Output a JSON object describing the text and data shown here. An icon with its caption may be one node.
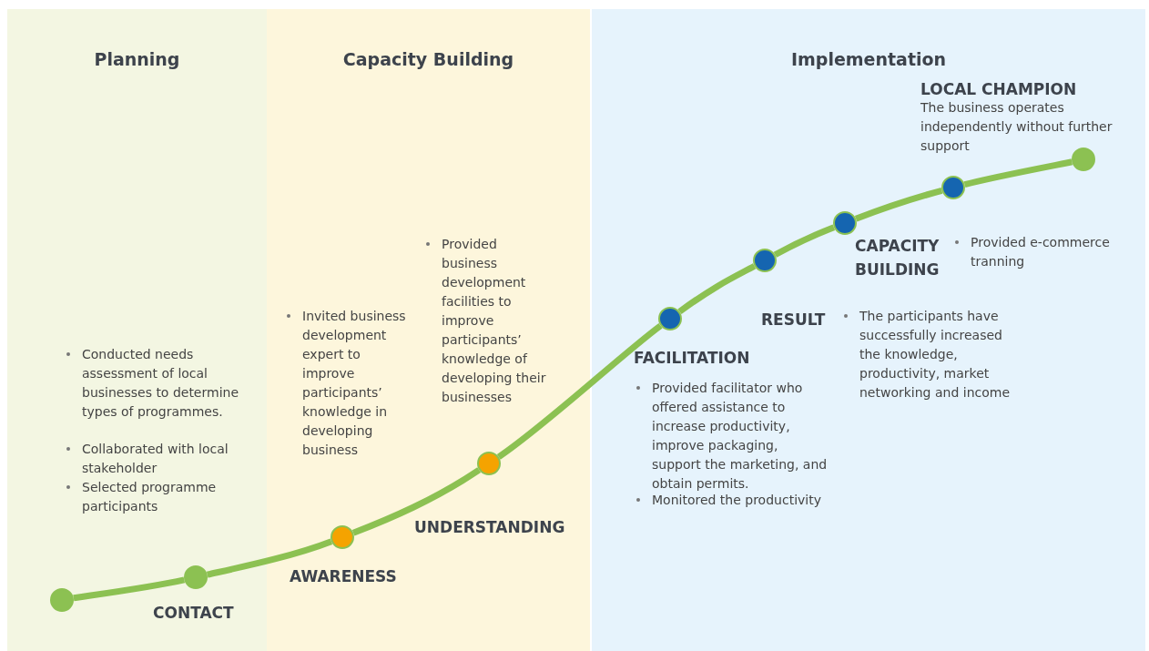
{
  "diagram": {
    "nodes": [
      {
        "text": [
          "Planning"
        ]
      },
      {
        "text": [
          "Capacity Building"
        ]
      },
      {
        "text": [
          "Implementation"
        ]
      },
      {
        "text": [],
        "shape": "circle",
        "in": 0
      },
      {
        "text": [],
        "shape": "circle",
        "in": 0,
        "beside": [
          "CONTACT"
        ]
      },
      {
        "text": [],
        "shape": "circle",
        "in": 1,
        "beside": [
          "AWARENESS"
        ]
      },
      {
        "text": [],
        "shape": "circle",
        "in": 1,
        "beside": [
          "UNDERSTANDING"
        ]
      },
      {
        "text": [],
        "shape": "circle",
        "in": 2,
        "beside": [
          "FACILITATION",
          "Provided facilitator who offered assistance to increase productivity, improve packaging, support the marketing, and obtain permits.",
          "Monitored the productivity"
        ]
      },
      {
        "text": [],
        "shape": "circle",
        "in": 2,
        "beside": [
          "RESULT",
          "The participants have successfully increased the knowledge, productivity, market networking and income"
        ]
      },
      {
        "text": [],
        "shape": "circle",
        "in": 2,
        "beside": [
          "CAPACITY BUILDING",
          "Provided e-commerce tranning"
        ]
      },
      {
        "text": [],
        "shape": "circle",
        "in": 2,
        "beside": [
          "LOCAL CHAMPION",
          "The business operates independently without further support"
        ]
      },
      {
        "text": [],
        "shape": "circle",
        "in": 2
      }
    ],
    "edges": [
      {
        "from": 3,
        "to": 4,
        "arrow": "none"
      },
      {
        "from": 4,
        "to": 5,
        "arrow": "none"
      },
      {
        "from": 5,
        "to": 6,
        "arrow": "none"
      },
      {
        "from": 6,
        "to": 7,
        "arrow": "none"
      },
      {
        "from": 7,
        "to": 8,
        "arrow": "none"
      },
      {
        "from": 8,
        "to": 9,
        "arrow": "none"
      },
      {
        "from": 9,
        "to": 10,
        "arrow": "none"
      },
      {
        "from": 10,
        "to": 11,
        "arrow": "none"
      }
    ],
    "labels": [
      "Conducted needs assessment of local businesses to determine types of programmes.",
      "Collaborated with local stakeholder",
      "Selected programme participants",
      "Invited business development expert to improve participants’ knowledge in developing business",
      "Provided business development facilities to improve participants’ knowledge of developing their businesses"
    ]
  }
}
